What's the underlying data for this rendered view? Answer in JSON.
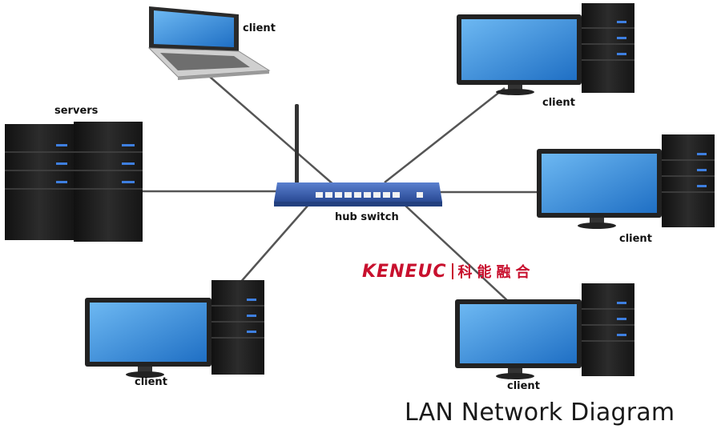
{
  "title": "LAN Network Diagram",
  "labels": {
    "laptop_client": "client",
    "servers": "servers",
    "hub": "hub switch",
    "client_top_right": "client",
    "client_mid_right": "client",
    "client_bottom_right": "client",
    "client_bottom_left": "client"
  },
  "logo": {
    "latin": "KENEUC",
    "cjk": "科能融合"
  },
  "colors": {
    "cable": "#555555",
    "switch_body": "#3a5fae",
    "screen": "#3b8fd9",
    "tower": "#1e1e1e",
    "tower_light": "#3e7fe0",
    "logo": "#c8102e"
  }
}
